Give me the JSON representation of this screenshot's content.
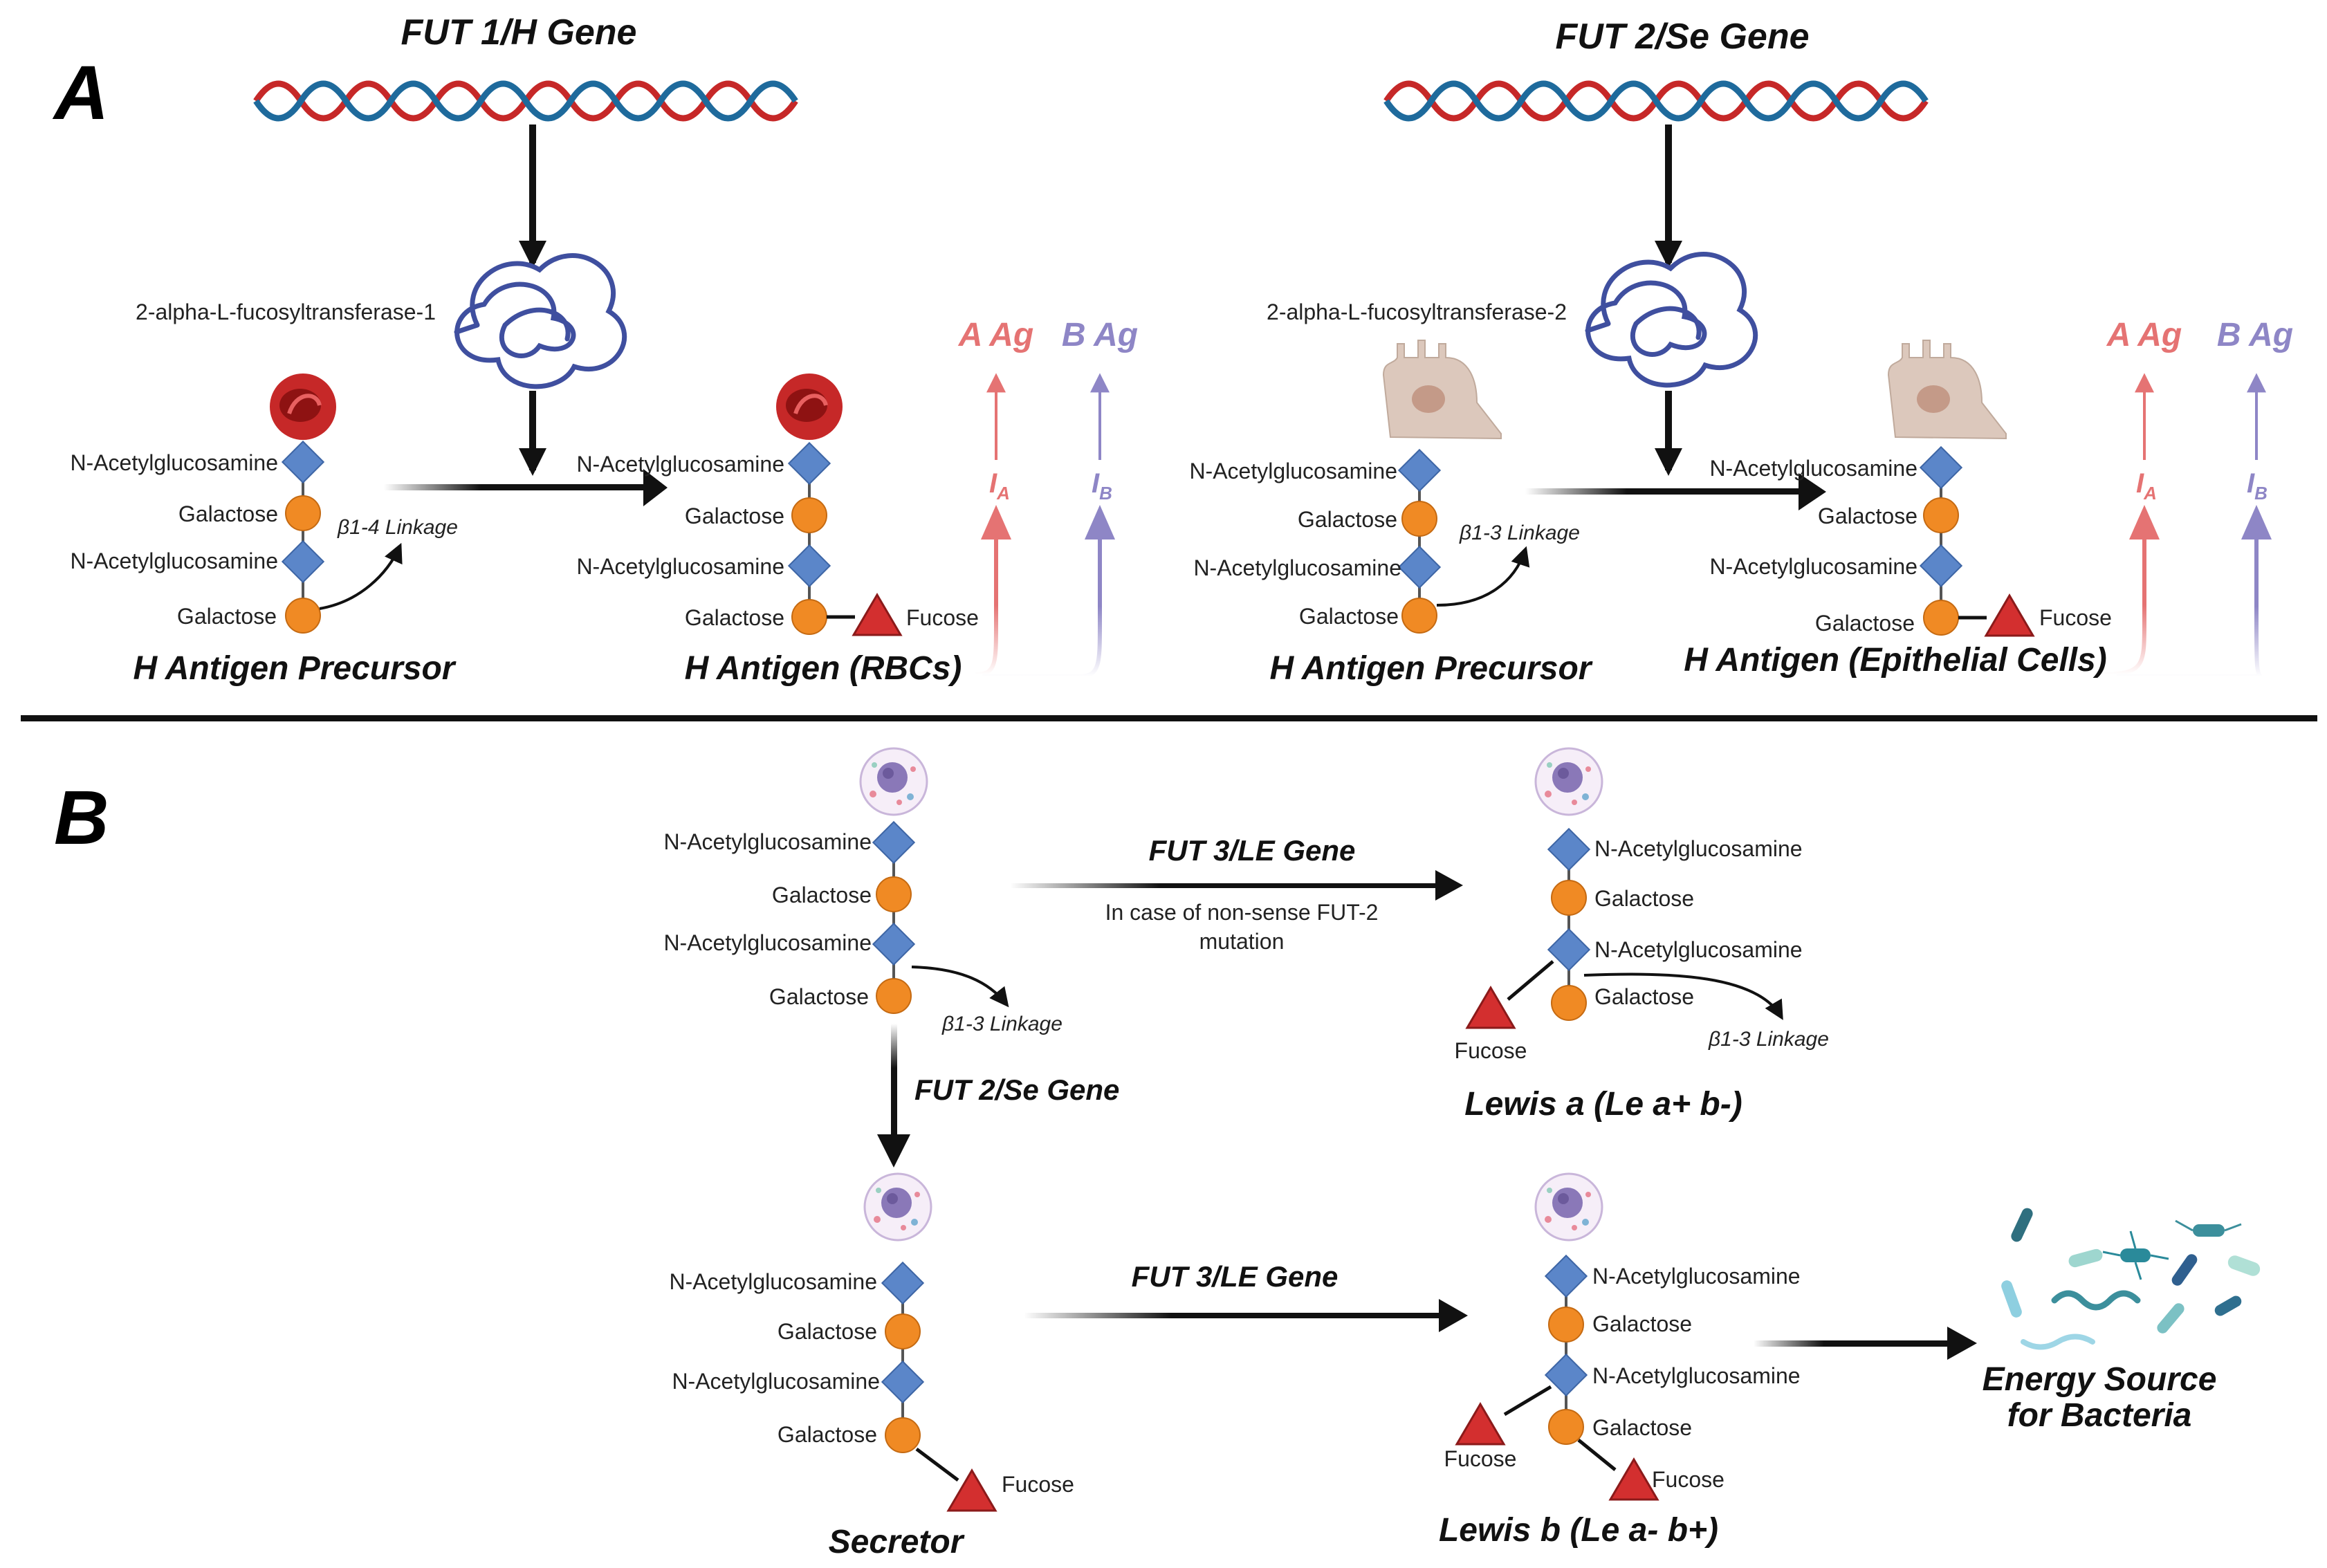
{
  "panels": {
    "a": "A",
    "b": "B"
  },
  "genes": {
    "fut1": "FUT 1/H Gene",
    "fut2": "FUT 2/Se Gene",
    "fut2_small": "FUT 2/Se Gene",
    "fut3_top": "FUT 3/LE Gene",
    "fut3_bottom": "FUT 3/LE Gene"
  },
  "enzymes": {
    "e1": "2-alpha-L-fucosyltransferase-1",
    "e2": "2-alpha-L-fucosyltransferase-2"
  },
  "sugars": {
    "nag": "N-Acetylglucosamine",
    "gal": "Galactose",
    "fuc": "Fucose"
  },
  "linkages": {
    "b14": "β1-4 Linkage",
    "b13": "β1-3 Linkage"
  },
  "antigens": {
    "a_ag": "A Ag",
    "b_ag": "B Ag",
    "allele_a": "I",
    "allele_a_sub": "A",
    "allele_b": "I",
    "allele_b_sub": "B"
  },
  "titles": {
    "h_precursor": "H Antigen Precursor",
    "h_rbc": "H Antigen (RBCs)",
    "h_epi": "H Antigen (Epithelial Cells)",
    "secretor": "Secretor",
    "lewis_a": "Lewis a (Le a+  b-)",
    "lewis_b": "Lewis b (Le a- b+)",
    "energy_1": "Energy Source",
    "energy_2": "for Bacteria"
  },
  "notes": {
    "nonsense_1": "In case of non-sense FUT-2",
    "nonsense_2": "mutation"
  },
  "colors": {
    "galactose": "#f08a24",
    "nag": "#5b86c9",
    "fucose": "#d32f2f",
    "enzyme": "#3f4f9f",
    "allele_a": "#e57373",
    "allele_b": "#8e86c6",
    "dna_red": "#c62828",
    "dna_blue": "#1e6a9c"
  },
  "icons": [
    "dna-helix-icon",
    "enzyme-coil-icon",
    "red-blood-cell-icon",
    "epithelial-cell-icon",
    "secretory-cell-icon",
    "bacteria-icon"
  ]
}
